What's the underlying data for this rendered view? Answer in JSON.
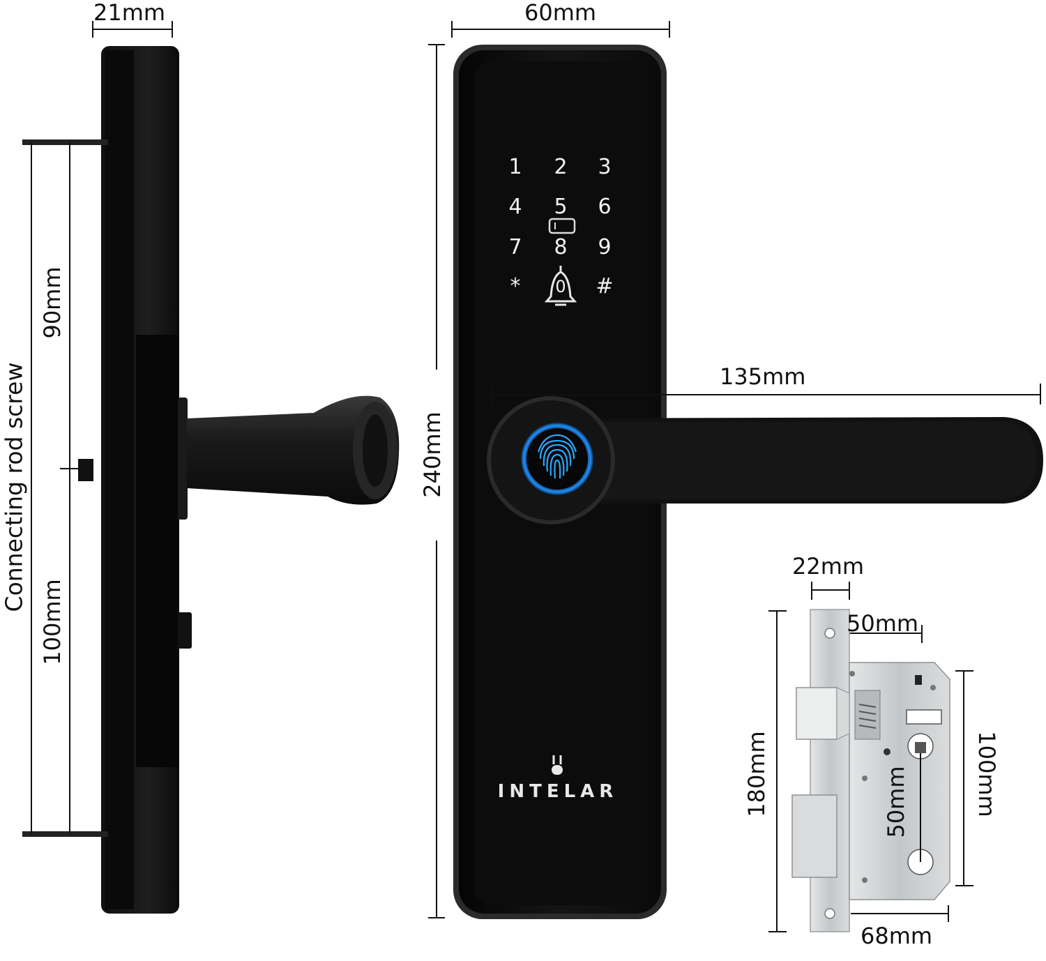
{
  "dimensions": {
    "side_width": "21mm",
    "front_width": "60mm",
    "front_height": "240mm",
    "handle_length": "135mm",
    "screw_upper": "90mm",
    "screw_lower": "100mm",
    "screw_label": "Connecting rod screw",
    "mortise_face_width": "22mm",
    "mortise_backset": "50mm",
    "mortise_height": "180mm",
    "mortise_body_height": "100mm",
    "mortise_spindle_spacing": "50mm",
    "mortise_depth": "68mm"
  },
  "keypad": {
    "keys": [
      "1",
      "2",
      "3",
      "4",
      "5",
      "6",
      "7",
      "8",
      "9",
      "*",
      "0",
      "#"
    ]
  },
  "brand": {
    "name": "INTELAR"
  },
  "colors": {
    "body": "#121212",
    "frame": "#2a2a2a",
    "fingerprint_ring": "#2aa8ff",
    "mortise_steel": "#cfd2d4",
    "dimension_line": "#111111"
  },
  "icons": [
    "fingerprint-icon",
    "bell-icon",
    "card-icon",
    "brand-logo-icon"
  ]
}
